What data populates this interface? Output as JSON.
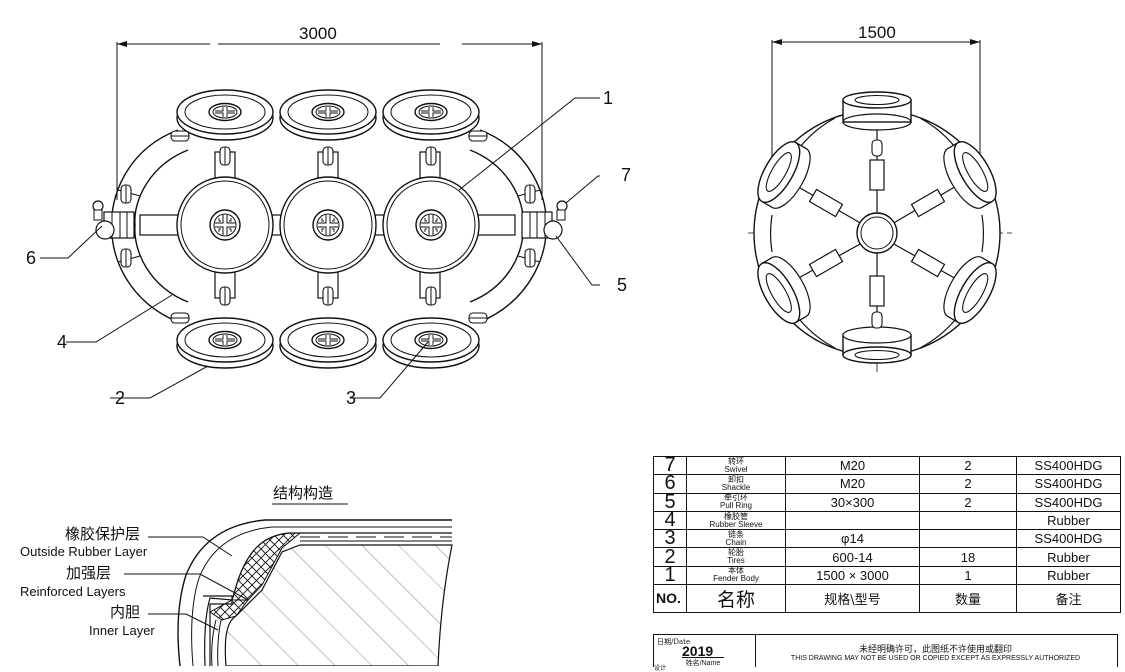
{
  "front_view": {
    "width_dim": "3000",
    "callouts": [
      "1",
      "2",
      "3",
      "4",
      "5",
      "6",
      "7"
    ]
  },
  "side_view": {
    "width_dim": "1500"
  },
  "section_view": {
    "title": "结构构造",
    "layers": [
      {
        "zh": "橡胶保护层",
        "en": "Outside Rubber Layer"
      },
      {
        "zh": "加强层",
        "en": "Reinforced Layers"
      },
      {
        "zh": "内胆",
        "en": "Inner Layer"
      }
    ]
  },
  "bom": {
    "rows": [
      {
        "no": "7",
        "zh": "转环",
        "en": "Swivel",
        "spec": "M20",
        "qty": "2",
        "remark": "SS400HDG"
      },
      {
        "no": "6",
        "zh": "卸扣",
        "en": "Shackle",
        "spec": "M20",
        "qty": "2",
        "remark": "SS400HDG"
      },
      {
        "no": "5",
        "zh": "牵引环",
        "en": "Pull Ring",
        "spec": "30×300",
        "qty": "2",
        "remark": "SS400HDG"
      },
      {
        "no": "4",
        "zh": "橡胶管",
        "en": "Rubber Sleeve",
        "spec": "",
        "qty": "",
        "remark": "Rubber"
      },
      {
        "no": "3",
        "zh": "链条",
        "en": "Chain",
        "spec": "φ14",
        "qty": "",
        "remark": "SS400HDG"
      },
      {
        "no": "2",
        "zh": "轮胎",
        "en": "Tires",
        "spec": "600-14",
        "qty": "18",
        "remark": "Rubber"
      },
      {
        "no": "1",
        "zh": "本体",
        "en": "Fender Body",
        "spec": "1500 × 3000",
        "qty": "1",
        "remark": "Rubber"
      }
    ],
    "header": {
      "no": "NO.",
      "name": "名称",
      "spec": "规格\\型号",
      "qty": "数量",
      "remark": "备注"
    },
    "footer": {
      "date_label": "日期/Date",
      "year": "2019",
      "name_label": "姓名/Name",
      "sub_label": "设计",
      "notice_zh": "未经明确许可，此图纸不许使用或翻印",
      "notice_en": "THIS DRAWING MAY NOT BE USED OR COPIED EXCEPT AS EXPRESSLY AUTHORIZED"
    }
  },
  "colors": {
    "line": "#111111",
    "fill": "#ffffff",
    "hatch": "#8a8a8a"
  }
}
